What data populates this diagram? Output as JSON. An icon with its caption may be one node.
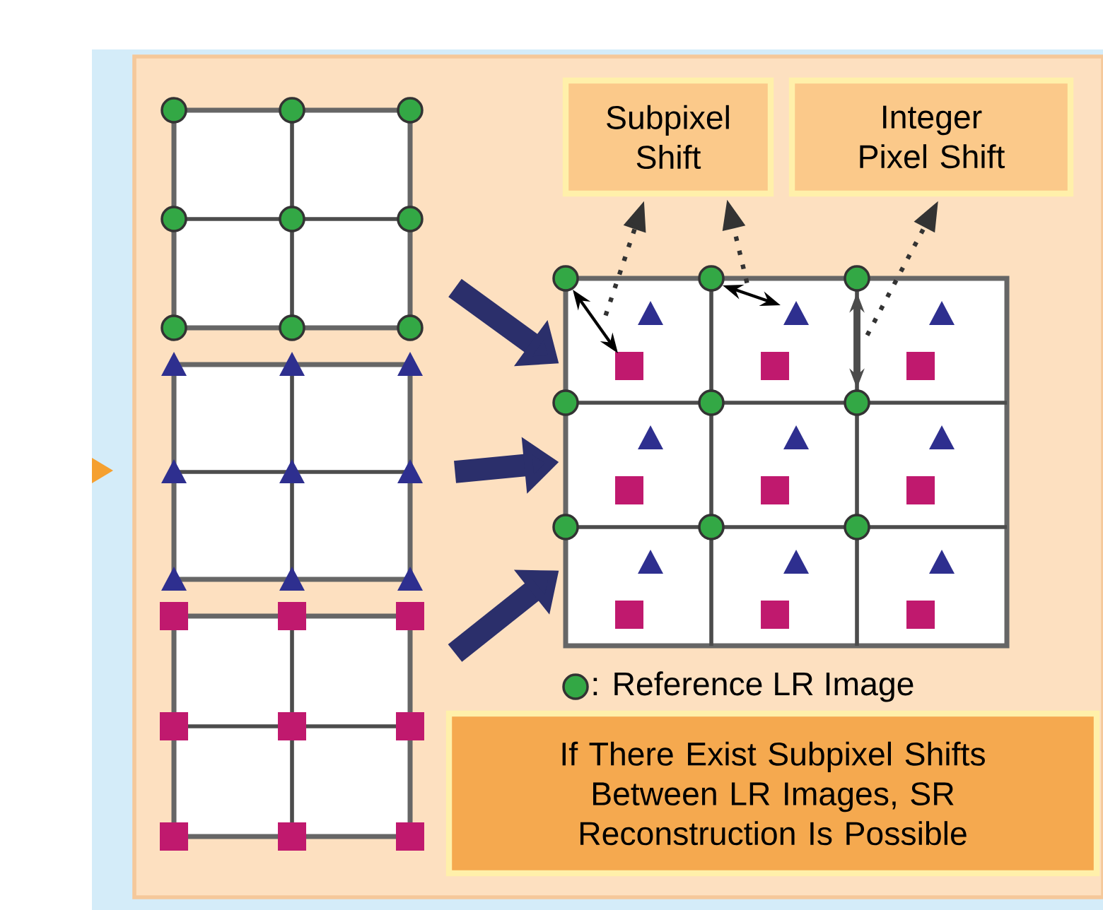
{
  "diagram": {
    "nodes": [
      {
        "text": [],
        "shape": "picture"
      },
      {
        "text": [],
        "shape": "picture"
      },
      {
        "text": [],
        "shape": "picture"
      },
      {
        "text": [],
        "shape": "picture"
      },
      {
        "text": [
          "Subpixel Shift"
        ]
      },
      {
        "text": [
          "Integer Pixel Shift"
        ]
      },
      {
        "text": [
          "If There Exist Subpixel Shifts Between LR Images, SR Reconstruction Is Possible"
        ]
      }
    ],
    "edges": [
      {
        "from": 0,
        "to": 3,
        "arrow": "to",
        "style": "thick"
      },
      {
        "from": 1,
        "to": 3,
        "arrow": "to",
        "style": "thick"
      },
      {
        "from": 2,
        "to": 3,
        "arrow": "to",
        "style": "thick"
      },
      {
        "from": 3,
        "to": 4,
        "arrow": "to",
        "style": "dashed"
      },
      {
        "from": 3,
        "to": 4,
        "arrow": "to",
        "style": "dashed"
      },
      {
        "from": 3,
        "to": 5,
        "arrow": "to",
        "style": "dashed"
      }
    ],
    "legend": [
      {
        "text": ": Reference LR Image",
        "color": "#33a845"
      }
    ]
  }
}
